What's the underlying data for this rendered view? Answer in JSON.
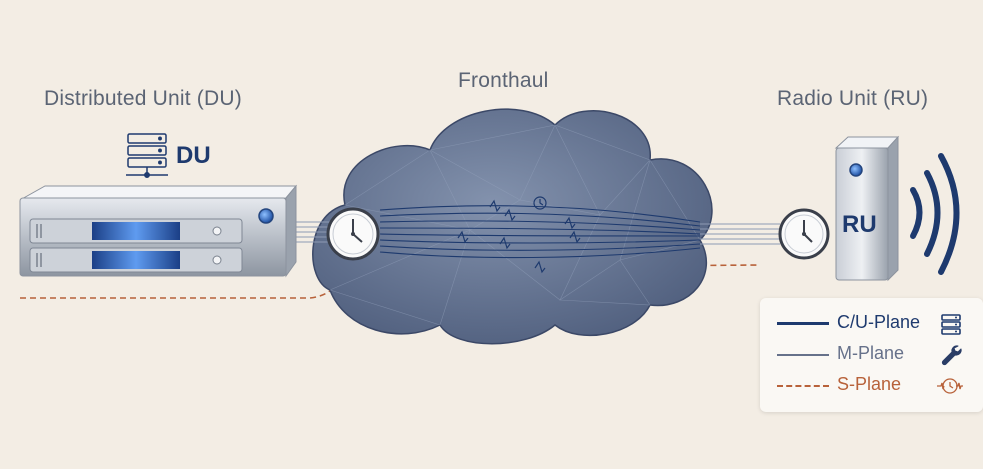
{
  "labels": {
    "du_title": "Distributed Unit (DU)",
    "fronthaul_title": "Fronthaul",
    "ru_title": "Radio Unit (RU)",
    "du_badge": "DU",
    "ru_badge": "RU"
  },
  "legend": {
    "items": [
      {
        "label": "C/U-Plane",
        "color": "#1e3a6e",
        "style": "solid-thick",
        "icon": "server-icon"
      },
      {
        "label": "M-Plane",
        "color": "#66718a",
        "style": "solid",
        "icon": "wrench-icon"
      },
      {
        "label": "S-Plane",
        "color": "#b8623a",
        "style": "dashed",
        "icon": "clock-sync-icon"
      }
    ]
  },
  "colors": {
    "background": "#f3ede4",
    "accent_blue": "#1e3a6e",
    "cloud": "#5a6b8a",
    "s_plane": "#b8623a",
    "label_gray": "#5b6474"
  }
}
